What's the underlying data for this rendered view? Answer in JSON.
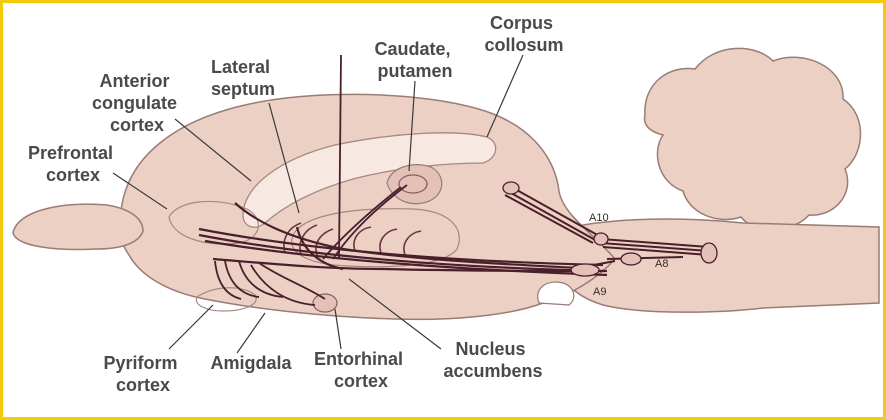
{
  "labels": {
    "corpus": [
      "Corpus",
      "collosum"
    ],
    "caudate": [
      "Caudate,",
      "putamen"
    ],
    "lateral": [
      "Lateral",
      "septum"
    ],
    "anterior": [
      "Anterior",
      "congulate",
      "cortex"
    ],
    "prefrontal": [
      "Prefrontal",
      "cortex"
    ],
    "pyriform": [
      "Pyriform",
      "cortex"
    ],
    "amigdala": "Amigdala",
    "entorhinal": [
      "Entorhinal",
      "cortex"
    ],
    "nucleus": [
      "Nucleus",
      "accumbens"
    ]
  },
  "nuclei": {
    "a10": "A10",
    "a8": "A8",
    "a9": "A9"
  },
  "colors": {
    "frame": "#f2cc0c",
    "brain_fill": "#ecd0c4",
    "brain_stroke": "#9a7b76",
    "pathway": "#4a1f2c",
    "label": "#4a4a4a"
  }
}
